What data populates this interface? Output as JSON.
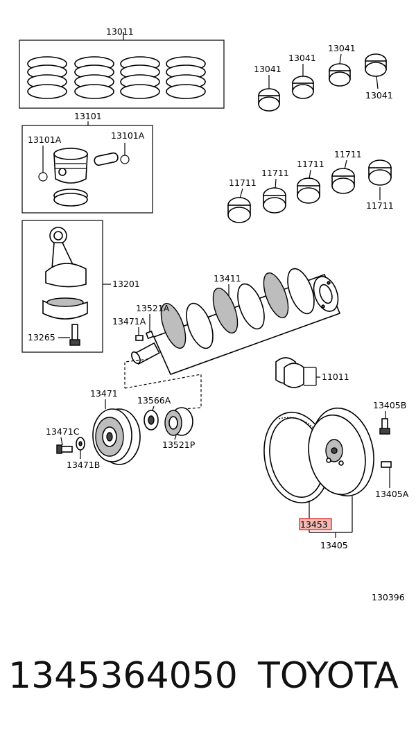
{
  "parts": {
    "piston_ring_set": "13011",
    "piston_assy": "13101",
    "piston_pin_clip_left": "13101A",
    "piston_pin_clip_right": "13101A",
    "conrod_assy": "13201",
    "conrod_bolt": "13265",
    "crankshaft": "13411",
    "crank_key": "13521A",
    "crank_bolt_small": "13471A",
    "thrust_washer": "11011",
    "crank_pulley": "13471",
    "crank_pulley_bolt": "13471C",
    "crank_pulley_washer": "13471B",
    "oil_seal_retainer": "13566A",
    "timing_gear": "13521P",
    "flywheel_bolt": "13405B",
    "flywheel_pin": "13405A",
    "ring_gear": "13453",
    "flywheel": "13405",
    "conrod_bearings": [
      "13041",
      "13041",
      "13041",
      "13041"
    ],
    "main_bearings": [
      "11711",
      "11711",
      "11711",
      "11711",
      "11711"
    ]
  },
  "diagram_code": "130396",
  "footer": {
    "part_number": "1345364050",
    "brand": "TOYOTA"
  },
  "highlight_color": "#e0322c"
}
